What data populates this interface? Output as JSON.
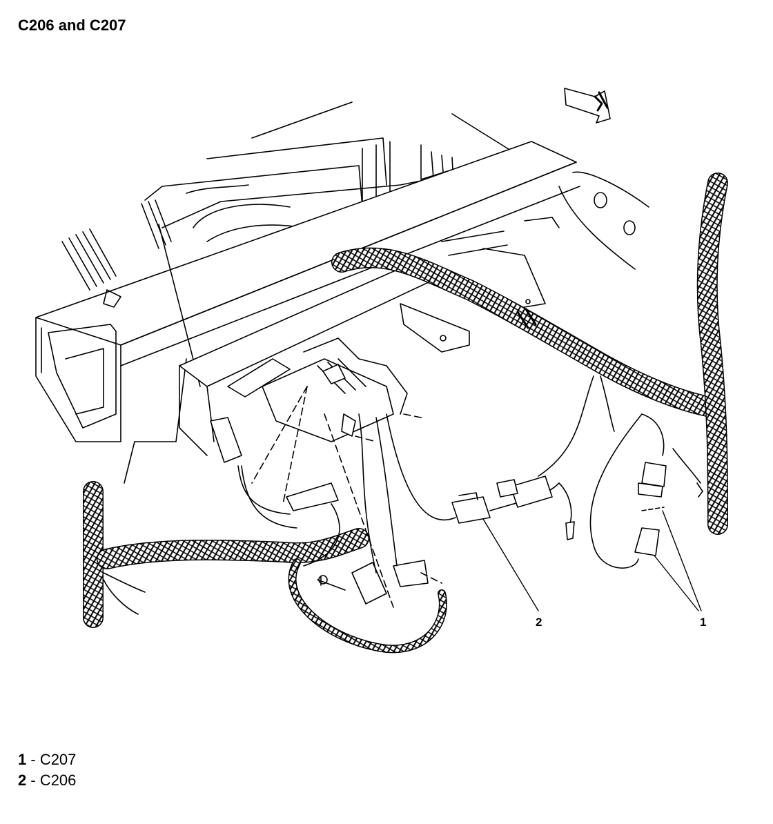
{
  "title": "C206 and C207",
  "callouts": [
    {
      "num": "1",
      "name": "C207"
    },
    {
      "num": "2",
      "name": "C206"
    }
  ],
  "legend_separator": " - ",
  "colors": {
    "line": "#000000",
    "background": "#ffffff"
  }
}
